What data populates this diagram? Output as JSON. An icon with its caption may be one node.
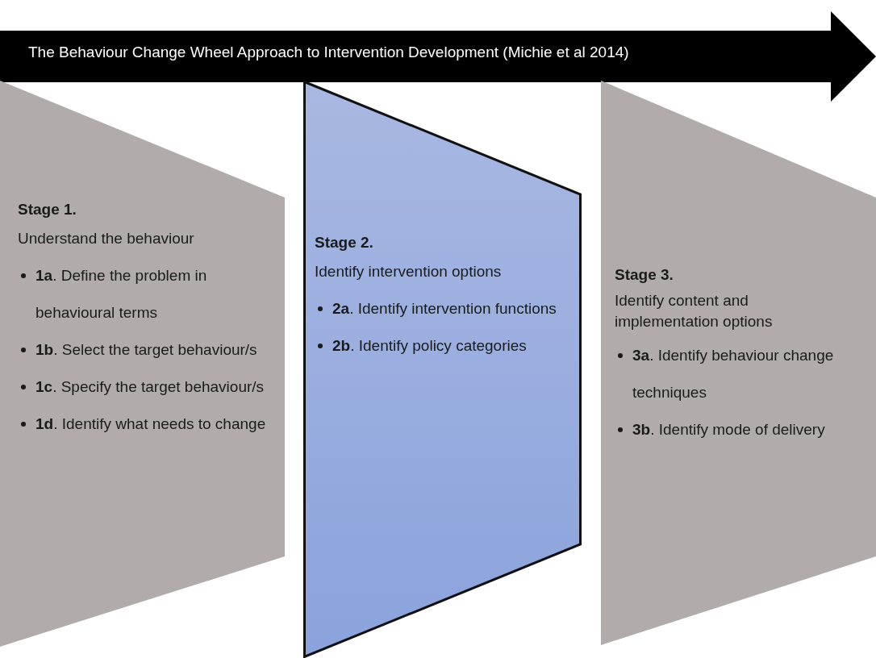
{
  "diagram": {
    "nodes": [
      {
        "text": [
          "The Behaviour Change Wheel Approach to Intervention Development (Michie et al 2014)"
        ]
      },
      {
        "text": [
          "Stage 1.",
          "Understand the behaviour",
          "**1a**. Define the problem in behavioural terms",
          "**1b**. Select the target behaviour/s",
          "**1c**. Specify the target behaviour/s",
          "**1d**. Identify what needs to change"
        ]
      },
      {
        "text": [
          "Stage 2.",
          "Identify intervention options",
          "**2a**. Identify intervention functions",
          "**2b**. Identify policy categories"
        ]
      },
      {
        "text": [
          "Stage 3.",
          "Identify content and implementation options",
          "**3a**. Identify behaviour change techniques",
          "**3b**. Identify mode of delivery"
        ]
      }
    ],
    "edges": []
  }
}
